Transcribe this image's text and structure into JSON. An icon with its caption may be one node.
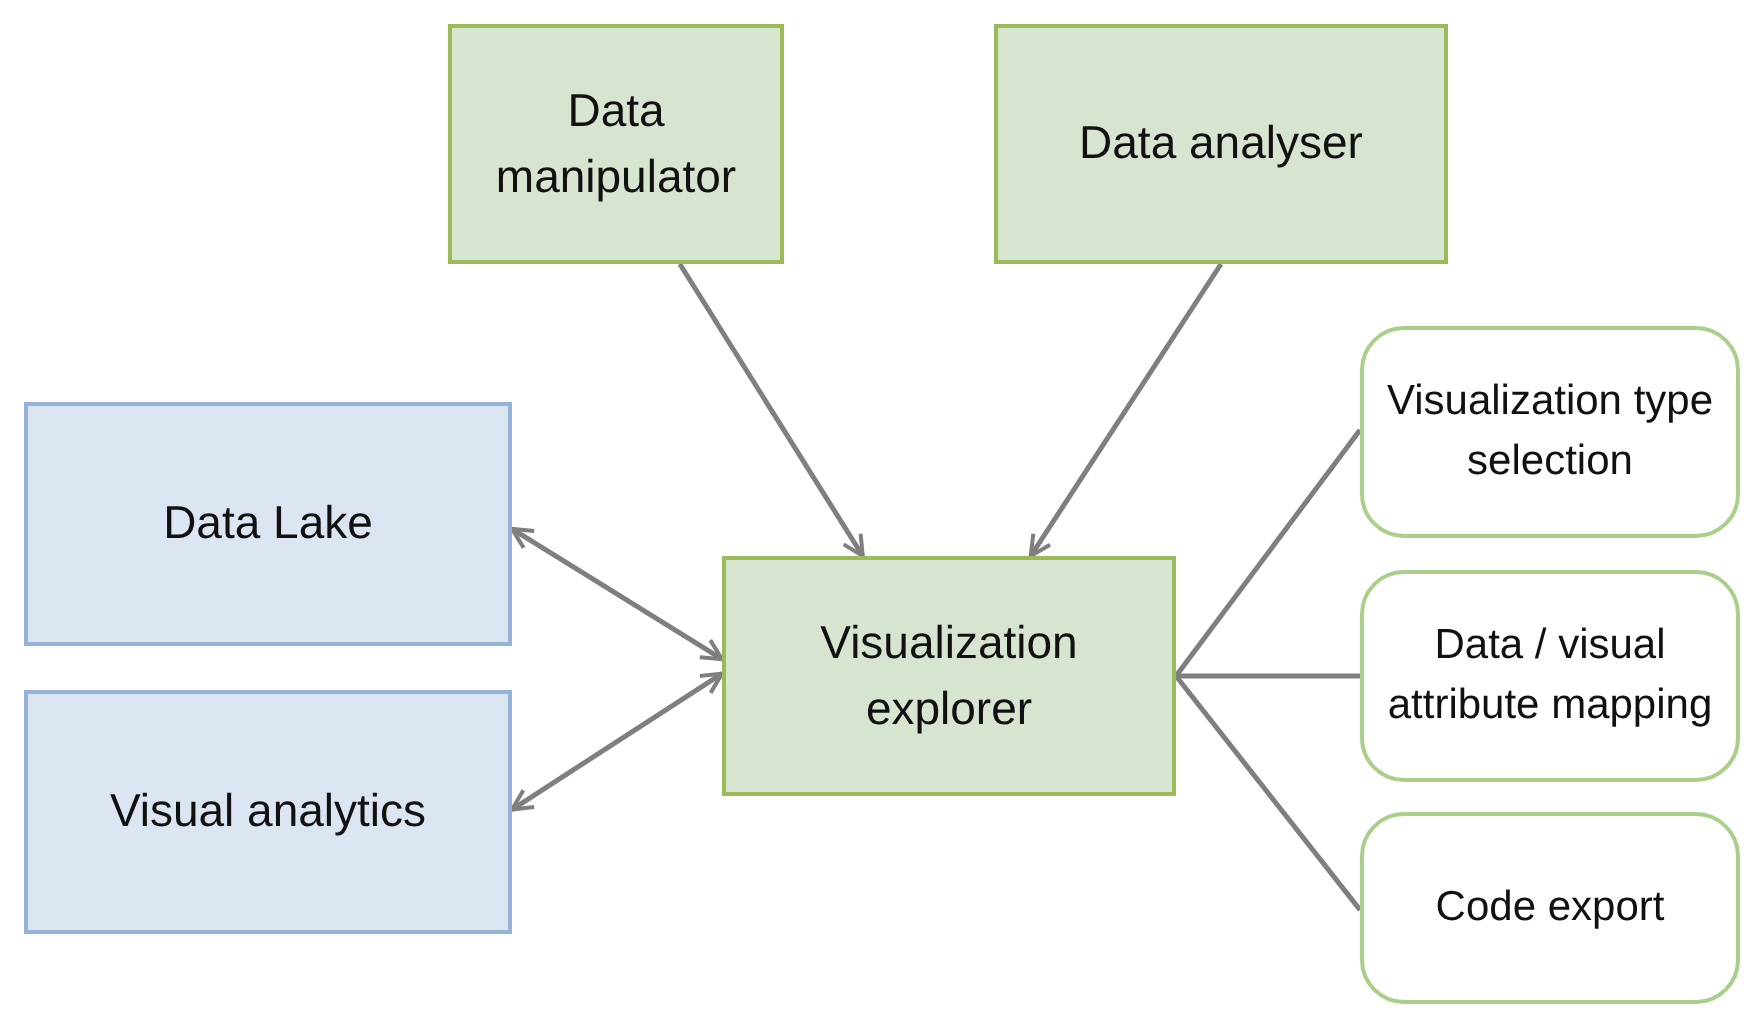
{
  "diagram": {
    "nodes": [
      {
        "text": [
          "Data manipulator"
        ]
      },
      {
        "text": [
          "Data analyser"
        ]
      },
      {
        "text": [
          "Visualization type selection"
        ]
      },
      {
        "text": [
          "Data Lake"
        ]
      },
      {
        "text": [
          "Visualization explorer"
        ]
      },
      {
        "text": [
          "Data / visual attribute mapping"
        ]
      },
      {
        "text": [
          "Visual analytics"
        ]
      },
      {
        "text": [
          "Code export"
        ]
      }
    ],
    "edges": [
      {
        "from": 0,
        "to": 4,
        "arrow": "to"
      },
      {
        "from": 1,
        "to": 4,
        "arrow": "to"
      },
      {
        "from": 3,
        "to": 4,
        "arrow": "both"
      },
      {
        "from": 6,
        "to": 4,
        "arrow": "both"
      },
      {
        "from": 4,
        "to": 2,
        "arrow": "none"
      },
      {
        "from": 4,
        "to": 5,
        "arrow": "none"
      },
      {
        "from": 4,
        "to": 7,
        "arrow": "none"
      }
    ]
  }
}
